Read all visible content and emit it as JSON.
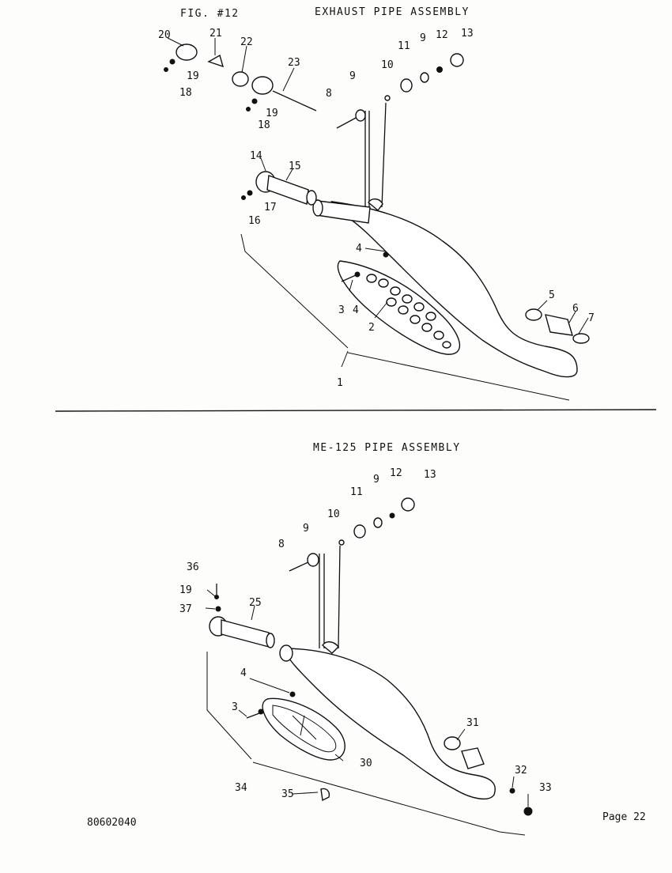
{
  "header": {
    "fig": "FIG. #12",
    "top_title": "EXHAUST PIPE ASSEMBLY",
    "bottom_title": "ME-125 PIPE ASSEMBLY"
  },
  "footer": {
    "doc_number": "80602040",
    "page": "Page 22"
  },
  "top_callouts": [
    "20",
    "21",
    "22",
    "23",
    "19",
    "18",
    "19",
    "18",
    "8",
    "9",
    "10",
    "11",
    "9",
    "12",
    "13",
    "14",
    "15",
    "17",
    "16",
    "4",
    "3",
    "4",
    "2",
    "5",
    "6",
    "7",
    "1"
  ],
  "bottom_callouts": [
    "8",
    "9",
    "10",
    "11",
    "9",
    "12",
    "13",
    "36",
    "19",
    "37",
    "25",
    "4",
    "3",
    "30",
    "31",
    "32",
    "33",
    "34",
    "35"
  ]
}
